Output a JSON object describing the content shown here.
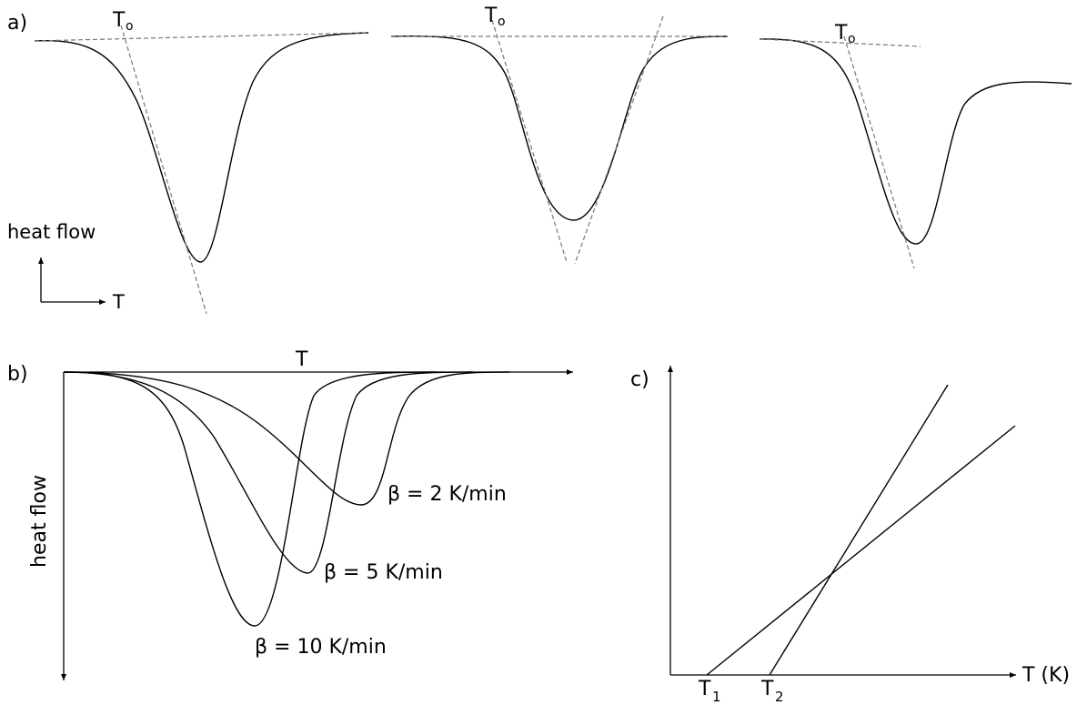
{
  "panel_a": {
    "label": "a)",
    "onset_label": "T",
    "onset_subscript": "o",
    "axis_y_label": "heat flow",
    "axis_x_label": "T"
  },
  "panel_b": {
    "label": "b)",
    "axis_x_label": "T",
    "axis_y_label": "heat flow",
    "rates": [
      {
        "label": "β = 2 K/min"
      },
      {
        "label": "β = 5 K/min"
      },
      {
        "label": "β = 10 K/min"
      }
    ]
  },
  "panel_c": {
    "label": "c)",
    "axis_x_label": "T (K)",
    "t1_base": "T",
    "t1_sub": "1",
    "t2_base": "T",
    "t2_sub": "2"
  }
}
